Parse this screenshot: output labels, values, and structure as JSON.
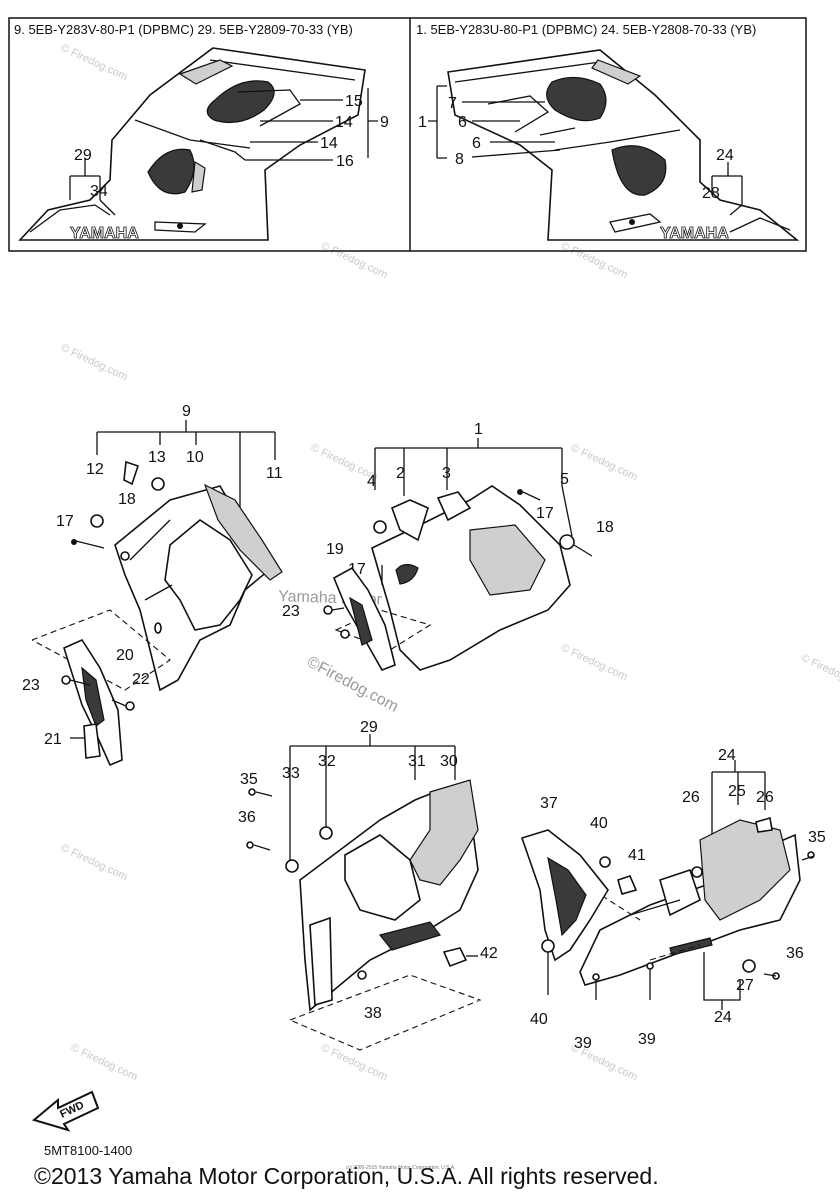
{
  "header": {
    "left_text": "9. 5EB-Y283V-80-P1 (DPBMC)  29. 5EB-Y2809-70-33 (YB)",
    "right_text": "1. 5EB-Y283U-80-P1 (DPBMC)  24. 5EB-Y2808-70-33 (YB)",
    "left_labels": {
      "l15": "15",
      "l14a": "14",
      "l14b": "14",
      "l16": "16",
      "l9": "9",
      "l29": "29",
      "l34": "34"
    },
    "right_labels": {
      "l7": "7",
      "l6a": "6",
      "l6b": "6",
      "l8": "8",
      "l1": "1",
      "l24": "24",
      "l28": "28"
    },
    "brand_left": "YAMAHA",
    "brand_right": "YAMAHA"
  },
  "diagram": {
    "labels": {
      "p9": "9",
      "p12": "12",
      "p13": "13",
      "p10": "10",
      "p11": "11",
      "p18a": "18",
      "p17a": "17",
      "p20": "20",
      "p23a": "23",
      "p22": "22",
      "p21": "21",
      "p1": "1",
      "p4": "4",
      "p2": "2",
      "p3": "3",
      "p5": "5",
      "p17b": "17",
      "p18b": "18",
      "p19": "19",
      "p17c": "17",
      "p23b": "23",
      "p29": "29",
      "p35a": "35",
      "p33": "33",
      "p32": "32",
      "p31": "31",
      "p30": "30",
      "p36a": "36",
      "p42": "42",
      "p38": "38",
      "p24a": "24",
      "p37": "37",
      "p40a": "40",
      "p41": "41",
      "p26a": "26",
      "p25": "25",
      "p26b": "26",
      "p35b": "35",
      "p36b": "36",
      "p27": "27",
      "p24b": "24",
      "p40b": "40",
      "p39a": "39",
      "p39b": "39"
    }
  },
  "watermarks": {
    "site": "© Firedog.com",
    "center_owner": "Yamaha Motor Corp, U.S.A.",
    "center_site": "©Firedog.com"
  },
  "fwd_label": "FWD",
  "footer": {
    "code": "5MT8100-1400",
    "copyright": "©2013 Yamaha Motor Corporation, U.S.A. All rights reserved.",
    "tiny": "(c) 2000-2015 Yamaha Motor Corporation, U.S.A."
  }
}
